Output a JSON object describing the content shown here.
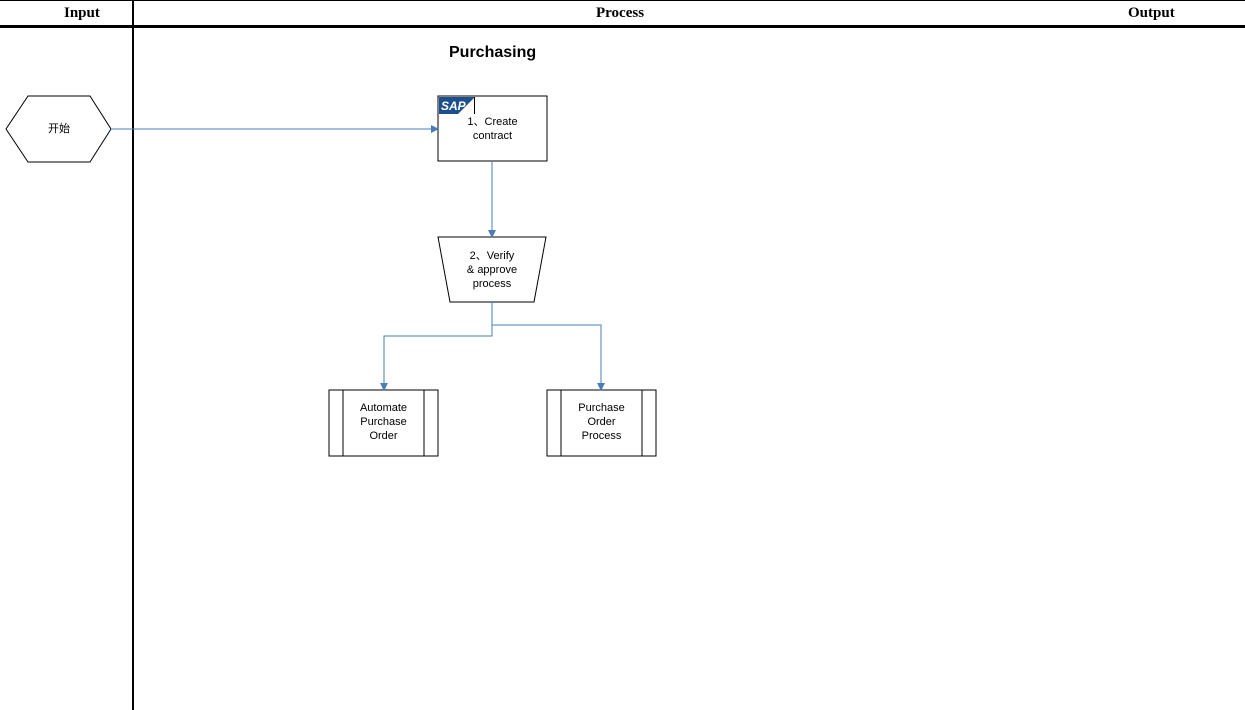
{
  "header": {
    "input_label": "Input",
    "process_label": "Process",
    "output_label": "Output"
  },
  "diagram": {
    "title": "Purchasing",
    "start_label": "开始",
    "sap_logo_text": "SAP",
    "step1_label_line1": "1、Create",
    "step1_label_line2": "contract",
    "step2_label_line1": "2、Verify",
    "step2_label_line2": "& approve",
    "step2_label_line3": "process",
    "sub1_label_line1": "Automate",
    "sub1_label_line2": "Purchase",
    "sub1_label_line3": "Order",
    "sub2_label_line1": "Purchase",
    "sub2_label_line2": "Order",
    "sub2_label_line3": "Process"
  },
  "colors": {
    "connector": "#4a7ebb",
    "sap_blue": "#1d4f8c",
    "outline": "#000000"
  }
}
